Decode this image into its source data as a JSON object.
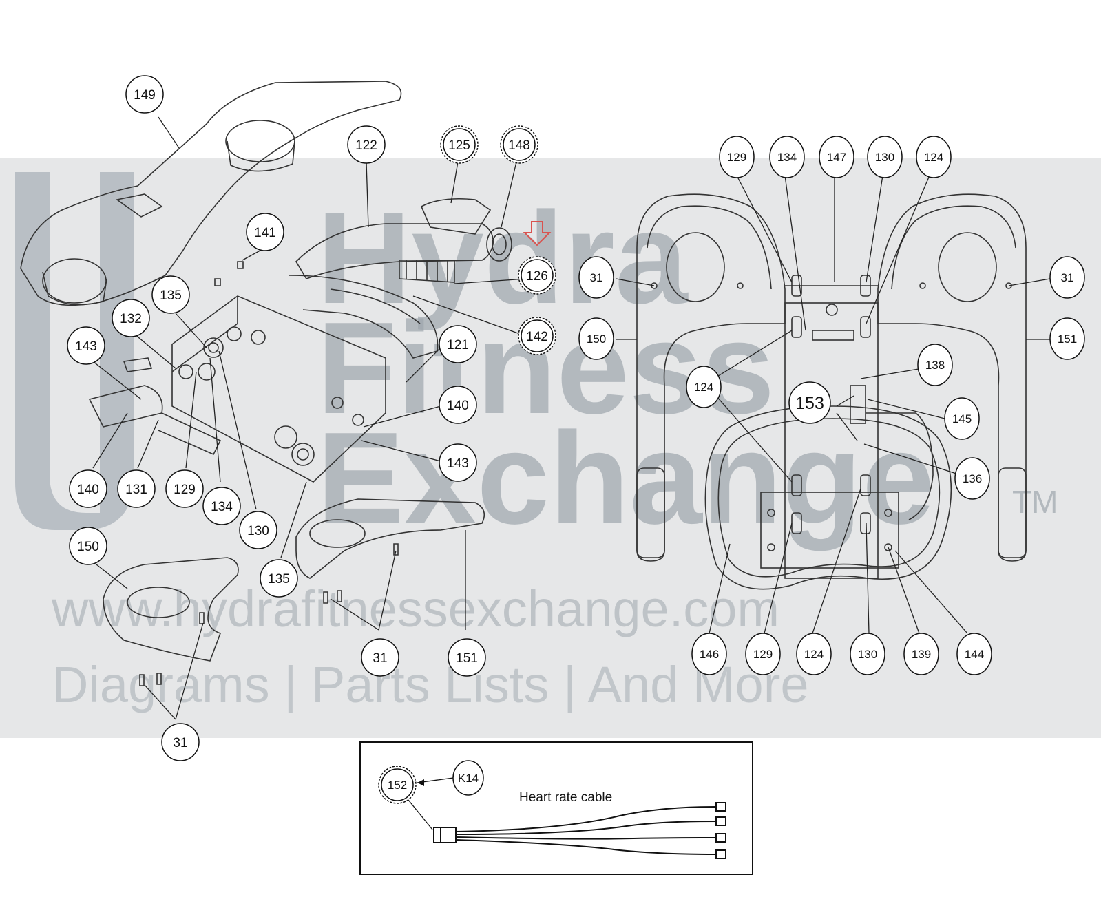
{
  "watermark": {
    "brand": "Hydra Fitness Exchange",
    "trademark": "TM",
    "url": "www.hydrafitnessexchange.com",
    "tagline": "Diagrams | Parts Lists | And More",
    "band_color": "#e6e7e8",
    "letter_color": "#a9b2ba"
  },
  "callouts_left": {
    "c149": "149",
    "c122": "122",
    "c125": "125",
    "c148": "148",
    "c141": "141",
    "c126": "126",
    "c135a": "135",
    "c132": "132",
    "c143a": "143",
    "c142": "142",
    "c121": "121",
    "c140a": "140",
    "c143b": "143",
    "c140b": "140",
    "c131": "131",
    "c129": "129",
    "c134": "134",
    "c130": "130",
    "c150": "150",
    "c135b": "135",
    "c31a": "31",
    "c151": "151",
    "c31b": "31"
  },
  "callouts_right": {
    "r129a": "129",
    "r134": "134",
    "r147": "147",
    "r130a": "130",
    "r124a": "124",
    "r31a": "31",
    "r31b": "31",
    "r150": "150",
    "r151": "151",
    "r138": "138",
    "r124b": "124",
    "r153": "153",
    "r145": "145",
    "r136": "136",
    "r146": "146",
    "r129b": "129",
    "r124c": "124",
    "r130b": "130",
    "r139": "139",
    "r144": "144"
  },
  "inset": {
    "part": "152",
    "kit": "K14",
    "caption": "Heart rate cable"
  },
  "highlight_color": "#d9534f"
}
